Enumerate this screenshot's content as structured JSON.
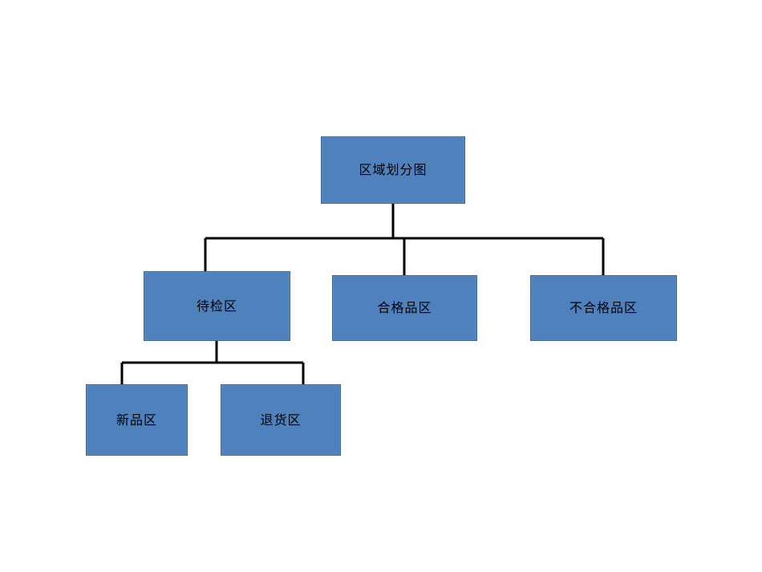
{
  "diagram": {
    "type": "org-chart",
    "background_color": "#ffffff",
    "node_fill_color": "#4f81bd",
    "node_border_color": "#3a6698",
    "connector_color": "#000000",
    "text_color": "#000000",
    "root": {
      "id": "root",
      "label": "区域划分图"
    },
    "level2": [
      {
        "id": "pending",
        "label": "待检区"
      },
      {
        "id": "qualified",
        "label": "合格品区"
      },
      {
        "id": "unqualified",
        "label": "不合格品区"
      }
    ],
    "level3": [
      {
        "id": "new-goods",
        "label": "新品区"
      },
      {
        "id": "returned-goods",
        "label": "退货区"
      }
    ]
  }
}
